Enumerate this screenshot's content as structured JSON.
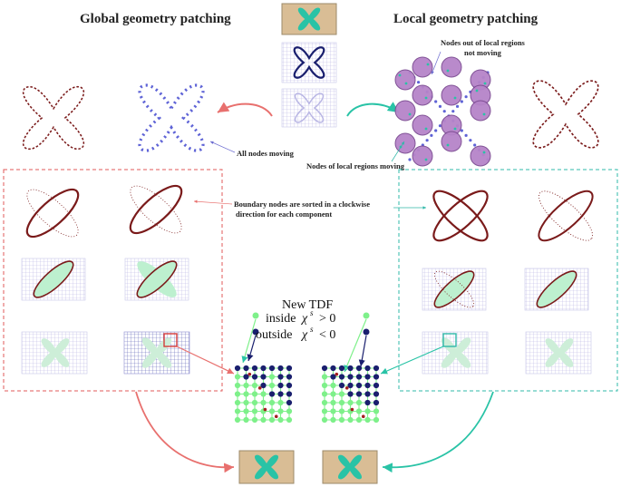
{
  "titles": {
    "global": "Global geometry patching",
    "local": "Local geometry patching"
  },
  "annotations": {
    "nodes_out_line1": "Nodes out of local regions",
    "nodes_out_line2": "not moving",
    "all_nodes_moving": "All nodes moving",
    "nodes_local_moving": "Nodes of local regions moving",
    "boundary_line1": "Boundary nodes are sorted in a clockwise",
    "boundary_line2": "direction for each component"
  },
  "tdf": {
    "title": "New TDF",
    "inside_label": "inside",
    "inside_expr": "χ",
    "inside_sup": "s",
    "inside_rel": "> 0",
    "outside_label": "outside",
    "outside_expr": "χ",
    "outside_sup": "s",
    "outside_rel": "< 0"
  },
  "colors": {
    "teal": "#29c3a6",
    "salmon": "#e8706e",
    "navy": "#1a1f6e",
    "light_green": "#7ef08a",
    "tan": "#d9bd95",
    "purple": "#b684c9",
    "dark_red": "#7a1a1a",
    "dashed_red": "#e05a5a",
    "dashed_teal": "#2fb8a8"
  },
  "icons": [
    "x-shape-icon",
    "arrow-icon",
    "circle-region-icon",
    "node-dot-icon"
  ]
}
